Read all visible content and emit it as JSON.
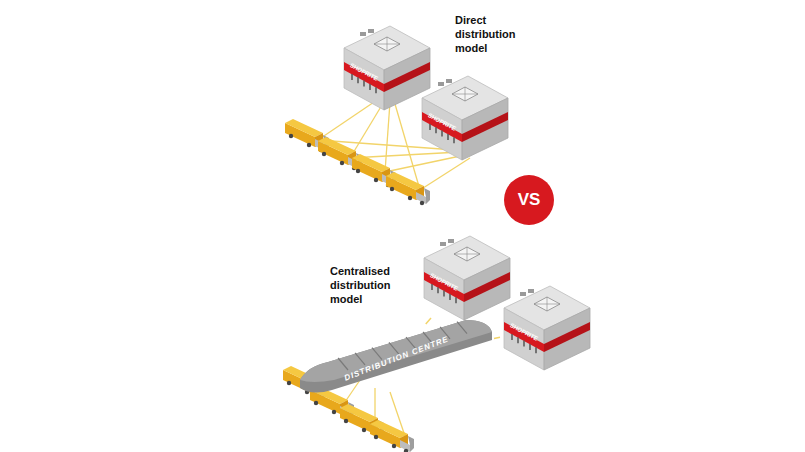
{
  "diagram": {
    "nodes": [
      {
        "text": [
          "SHOPRITE"
        ]
      },
      {
        "text": [
          "SHOPRITE"
        ]
      },
      {
        "text": [
          "VS"
        ]
      },
      {
        "text": [
          "SHOPRITE"
        ]
      },
      {
        "text": [
          "SHOPRITE"
        ]
      },
      {
        "text": [
          "DISTRIBUTION CENTRE"
        ]
      }
    ],
    "edges": [
      {
        "from": 5,
        "to": 3,
        "arrow": "none"
      },
      {
        "from": 5,
        "to": 4,
        "arrow": "none"
      }
    ],
    "labels": [
      "Direct distribution model",
      "Centralised distribution model"
    ]
  }
}
